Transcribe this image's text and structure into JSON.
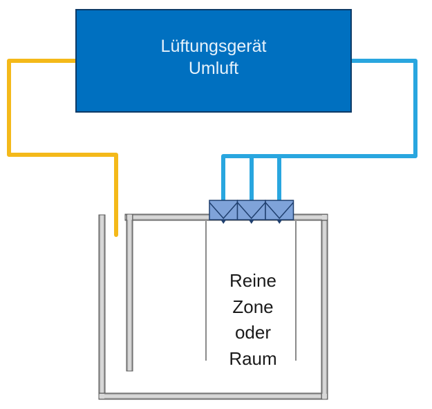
{
  "diagram": {
    "ventilation_unit": {
      "line1": "Lüftungsgerät",
      "line2": "Umluft",
      "fill_color": "#0070c0",
      "border_color": "#0d3a66"
    },
    "return_air_duct": {
      "color": "#f4b91a",
      "meaning": "return-air"
    },
    "supply_air_duct": {
      "color": "#29a6df",
      "meaning": "supply-air",
      "branches": 3
    },
    "filter_outlets": {
      "count": 3,
      "fill_color": "#7fa3d9",
      "edge_color": "#1f3f6e"
    },
    "clean_zone": {
      "line1": "Reine",
      "line2": "Zone",
      "line3": "oder",
      "line4": "Raum"
    },
    "wall_color": "#8c8c8c"
  }
}
